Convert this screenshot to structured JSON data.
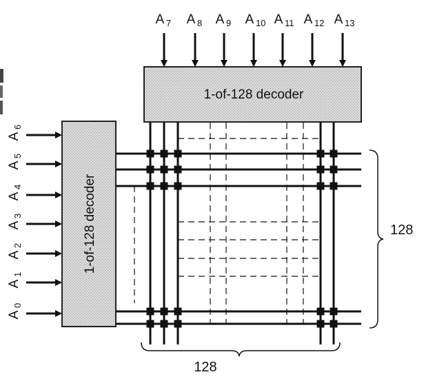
{
  "column_address_inputs": [
    {
      "base": "A",
      "sub": "7"
    },
    {
      "base": "A",
      "sub": "8"
    },
    {
      "base": "A",
      "sub": "9"
    },
    {
      "base": "A",
      "sub": "10"
    },
    {
      "base": "A",
      "sub": "11"
    },
    {
      "base": "A",
      "sub": "12"
    },
    {
      "base": "A",
      "sub": "13"
    }
  ],
  "row_address_inputs": [
    {
      "base": "A",
      "sub": "6"
    },
    {
      "base": "A",
      "sub": "5"
    },
    {
      "base": "A",
      "sub": "4"
    },
    {
      "base": "A",
      "sub": "3"
    },
    {
      "base": "A",
      "sub": "2"
    },
    {
      "base": "A",
      "sub": "1"
    },
    {
      "base": "A",
      "sub": "0"
    }
  ],
  "column_decoder": {
    "label": "1-of-128 decoder"
  },
  "row_decoder": {
    "label": "1-of-128 decoder"
  },
  "row_count_label": "128",
  "column_count_label": "128",
  "colors": {
    "ink": "#111111",
    "decoder_fill": "#d6d6d6",
    "decoder_stroke": "#222222"
  }
}
